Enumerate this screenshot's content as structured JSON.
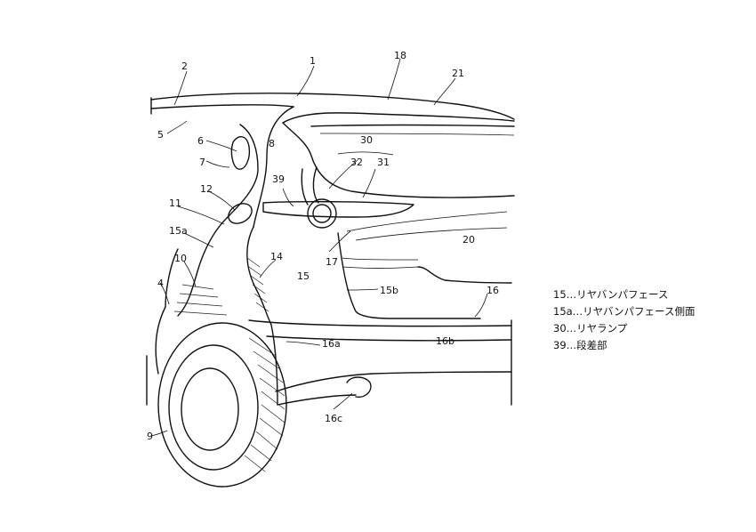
{
  "callouts": {
    "n1": "1",
    "n2": "2",
    "n4": "4",
    "n5": "5",
    "n6": "6",
    "n7": "7",
    "n8": "8",
    "n9": "9",
    "n10": "10",
    "n11": "11",
    "n12": "12",
    "n14": "14",
    "n15": "15",
    "n15a": "15a",
    "n15b": "15b",
    "n16": "16",
    "n16a": "16a",
    "n16b": "16b",
    "n16c": "16c",
    "n17": "17",
    "n18": "18",
    "n20": "20",
    "n21": "21",
    "n30": "30",
    "n31": "31",
    "n32": "32",
    "n39": "39"
  },
  "legend": [
    "15…リヤバンパフェース",
    "15a…リヤバンパフェース側面",
    "30…リヤランプ",
    "39…段差部"
  ]
}
